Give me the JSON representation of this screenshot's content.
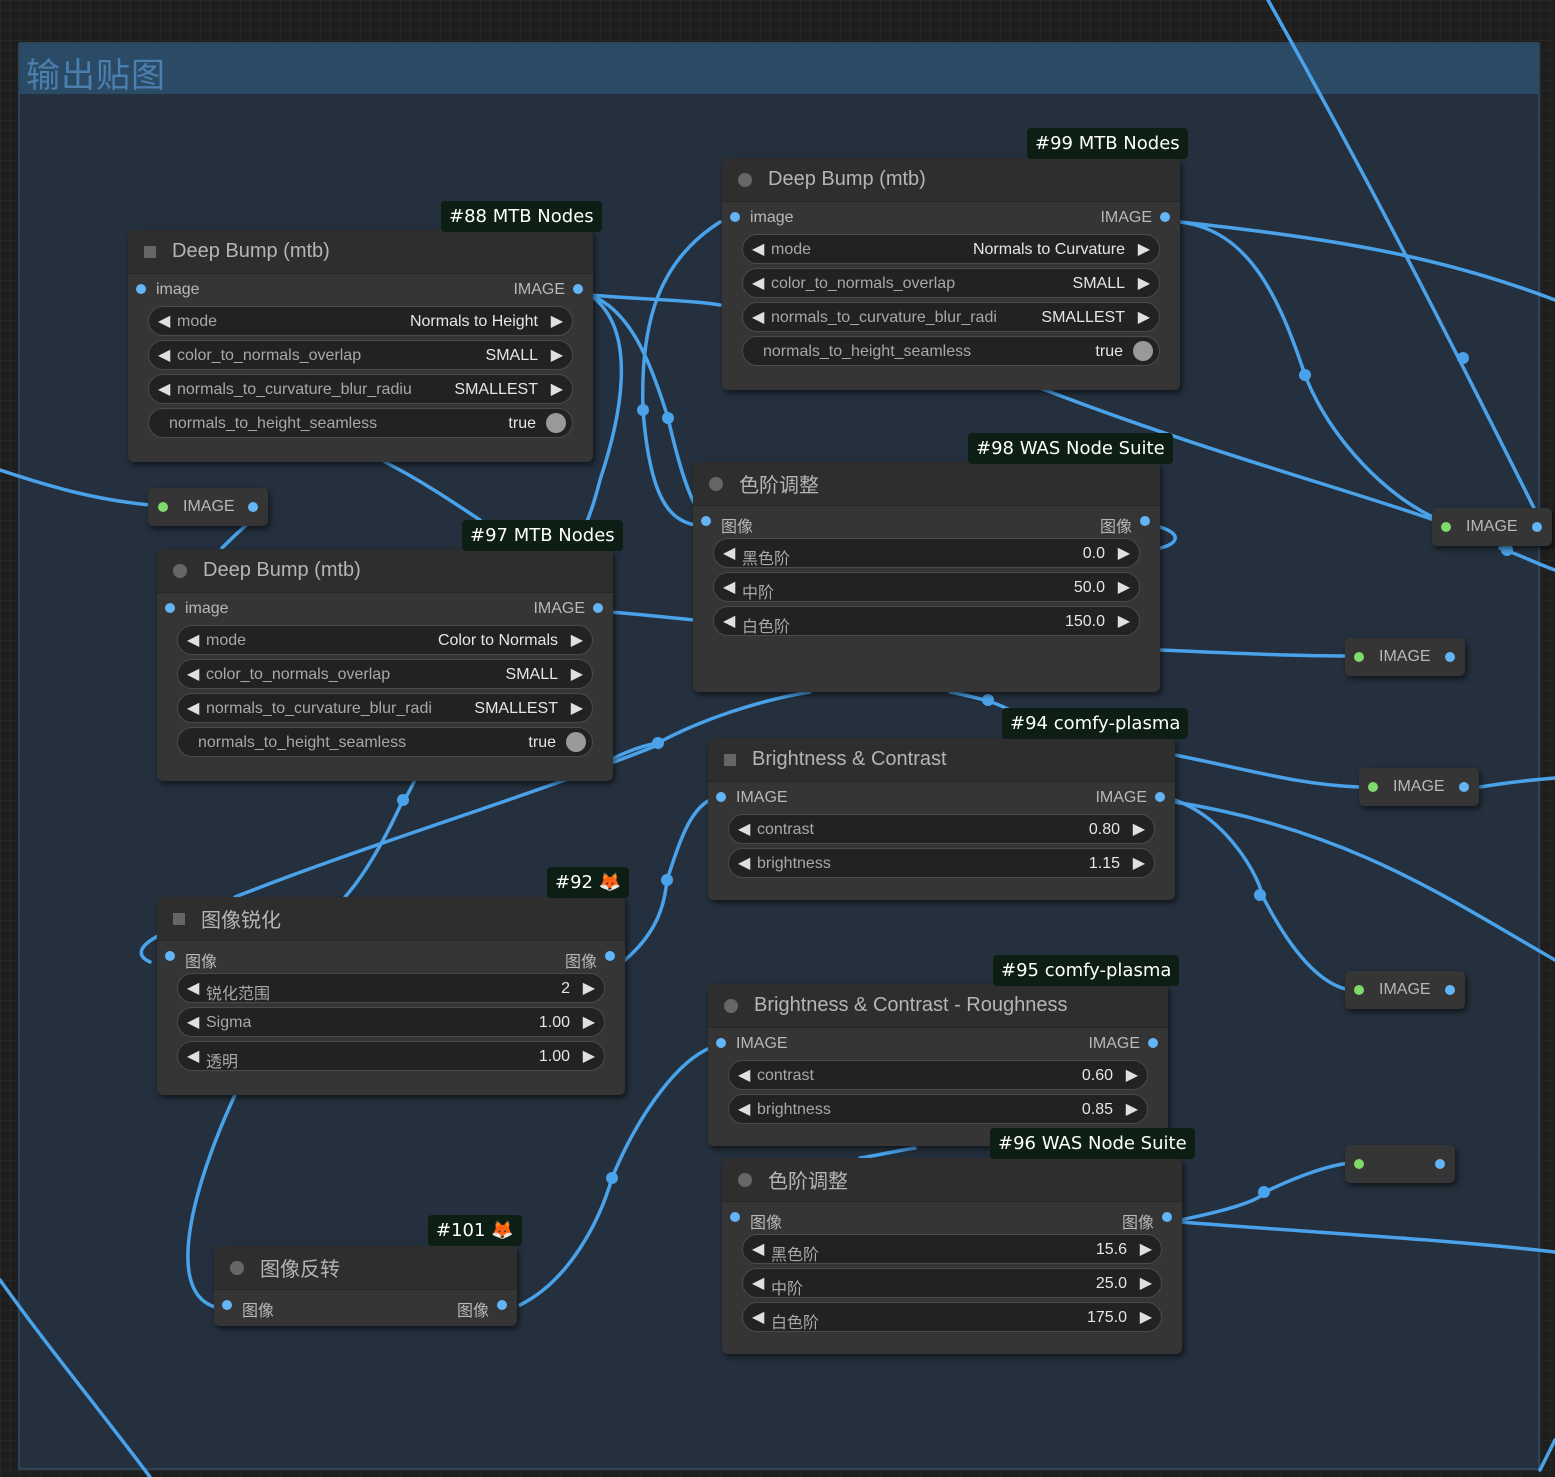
{
  "group": {
    "title": "输出贴图"
  },
  "colors": {
    "wire": "#4aa3ea",
    "slot_input": "#64b5f6",
    "slot_reroute": "#7fd96b",
    "badge_bg": "#0d1f14"
  },
  "nodes": {
    "n88": {
      "badge": "#88 MTB Nodes",
      "title": "Deep Bump (mtb)",
      "input": "image",
      "output": "IMAGE",
      "widgets": [
        {
          "label": "mode",
          "value": "Normals to Height"
        },
        {
          "label": "color_to_normals_overlap",
          "value": "SMALL"
        },
        {
          "label": "normals_to_curvature_blur_radiu",
          "value": "SMALLEST"
        }
      ],
      "toggle": {
        "label": "normals_to_height_seamless",
        "value": "true"
      }
    },
    "n99": {
      "badge": "#99 MTB Nodes",
      "title": "Deep Bump (mtb)",
      "input": "image",
      "output": "IMAGE",
      "widgets": [
        {
          "label": "mode",
          "value": "Normals to Curvature"
        },
        {
          "label": "color_to_normals_overlap",
          "value": "SMALL"
        },
        {
          "label": "normals_to_curvature_blur_radi",
          "value": "SMALLEST"
        }
      ],
      "toggle": {
        "label": "normals_to_height_seamless",
        "value": "true"
      }
    },
    "n97": {
      "badge": "#97 MTB Nodes",
      "title": "Deep Bump (mtb)",
      "input": "image",
      "output": "IMAGE",
      "widgets": [
        {
          "label": "mode",
          "value": "Color to Normals"
        },
        {
          "label": "color_to_normals_overlap",
          "value": "SMALL"
        },
        {
          "label": "normals_to_curvature_blur_radi",
          "value": "SMALLEST"
        }
      ],
      "toggle": {
        "label": "normals_to_height_seamless",
        "value": "true"
      }
    },
    "n98": {
      "badge": "#98 WAS Node Suite",
      "title": "色阶调整",
      "input": "图像",
      "output": "图像",
      "widgets": [
        {
          "label": "黑色阶",
          "value": "0.0"
        },
        {
          "label": "中阶",
          "value": "50.0"
        },
        {
          "label": "白色阶",
          "value": "150.0"
        }
      ]
    },
    "n94": {
      "badge": "#94 comfy-plasma",
      "title": "Brightness & Contrast",
      "input": "IMAGE",
      "output": "IMAGE",
      "widgets": [
        {
          "label": "contrast",
          "value": "0.80"
        },
        {
          "label": "brightness",
          "value": "1.15"
        }
      ]
    },
    "n92": {
      "badge": "#92",
      "title": "图像锐化",
      "input": "图像",
      "output": "图像",
      "widgets": [
        {
          "label": "锐化范围",
          "value": "2"
        },
        {
          "label": "Sigma",
          "value": "1.00"
        },
        {
          "label": "透明",
          "value": "1.00"
        }
      ]
    },
    "n95": {
      "badge": "#95 comfy-plasma",
      "title": "Brightness & Contrast - Roughness",
      "input": "IMAGE",
      "output": "IMAGE",
      "widgets": [
        {
          "label": "contrast",
          "value": "0.60"
        },
        {
          "label": "brightness",
          "value": "0.85"
        }
      ]
    },
    "n96": {
      "badge": "#96 WAS Node Suite",
      "title": "色阶调整",
      "input": "图像",
      "output": "图像",
      "widgets": [
        {
          "label": "黑色阶",
          "value": "15.6"
        },
        {
          "label": "中阶",
          "value": "25.0"
        },
        {
          "label": "白色阶",
          "value": "175.0"
        }
      ]
    },
    "n101": {
      "badge": "#101",
      "title": "图像反转",
      "input": "图像",
      "output": "图像"
    }
  },
  "reroutes": {
    "r1": "IMAGE",
    "r2": "IMAGE",
    "r3": "IMAGE",
    "r4": "IMAGE",
    "r5": "IMAGE",
    "r6": ""
  },
  "icons": {
    "collapse": "square-icon",
    "collapsed": "circle-icon",
    "badge_emoji": "fox-icon"
  }
}
